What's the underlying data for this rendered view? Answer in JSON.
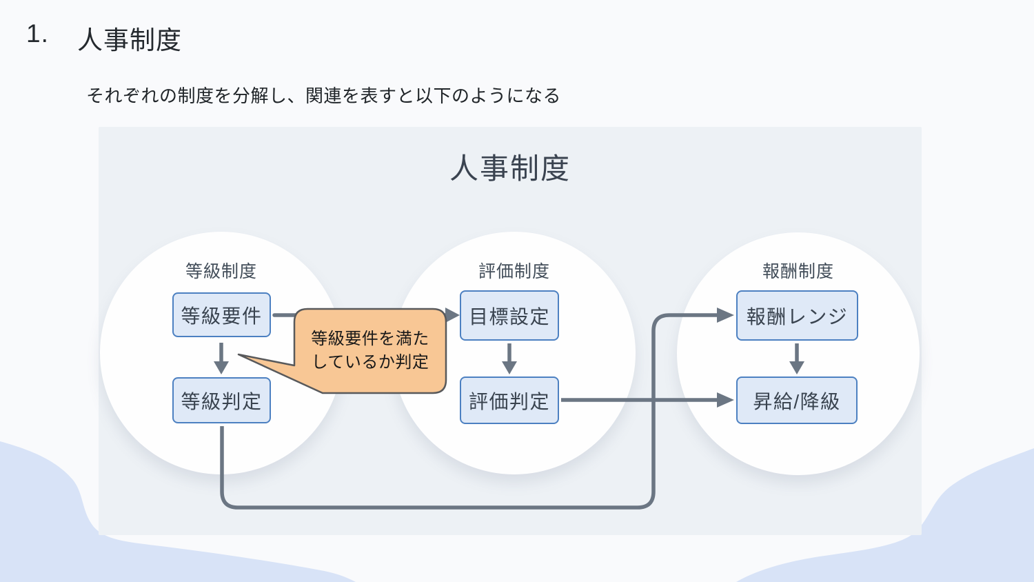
{
  "slide": {
    "number": "1.",
    "title": "人事制度",
    "subtitle": "それぞれの制度を分解し、関連を表すと以下のようになる"
  },
  "diagram": {
    "title": "人事制度",
    "groups": [
      {
        "name": "等級制度",
        "boxes": [
          "等級要件",
          "等級判定"
        ]
      },
      {
        "name": "評価制度",
        "boxes": [
          "目標設定",
          "評価判定"
        ]
      },
      {
        "name": "報酬制度",
        "boxes": [
          "報酬レンジ",
          "昇給/降級"
        ]
      }
    ],
    "callout": {
      "line1": "等級要件を満た",
      "line2": "しているか判定",
      "full_text": "等級要件を満たしているか判定"
    },
    "edges": [
      {
        "from": "等級要件",
        "to": "等級判定"
      },
      {
        "from": "等級要件",
        "to": "目標設定"
      },
      {
        "from": "目標設定",
        "to": "評価判定"
      },
      {
        "from": "評価判定",
        "to": "昇給/降級"
      },
      {
        "from": "等級判定",
        "to": "報酬レンジ"
      },
      {
        "from": "報酬レンジ",
        "to": "昇給/降級"
      }
    ],
    "colors": {
      "panel_bg": "#edf1f5",
      "circle_bg": "#fefefe",
      "box_fill": "#dfe9f7",
      "box_border": "#4c80c1",
      "arrow": "#6b7683",
      "callout_fill": "#f8c795",
      "callout_border": "#58595b",
      "corner_blob": "#d8e3f7",
      "text": "#39434f"
    }
  }
}
